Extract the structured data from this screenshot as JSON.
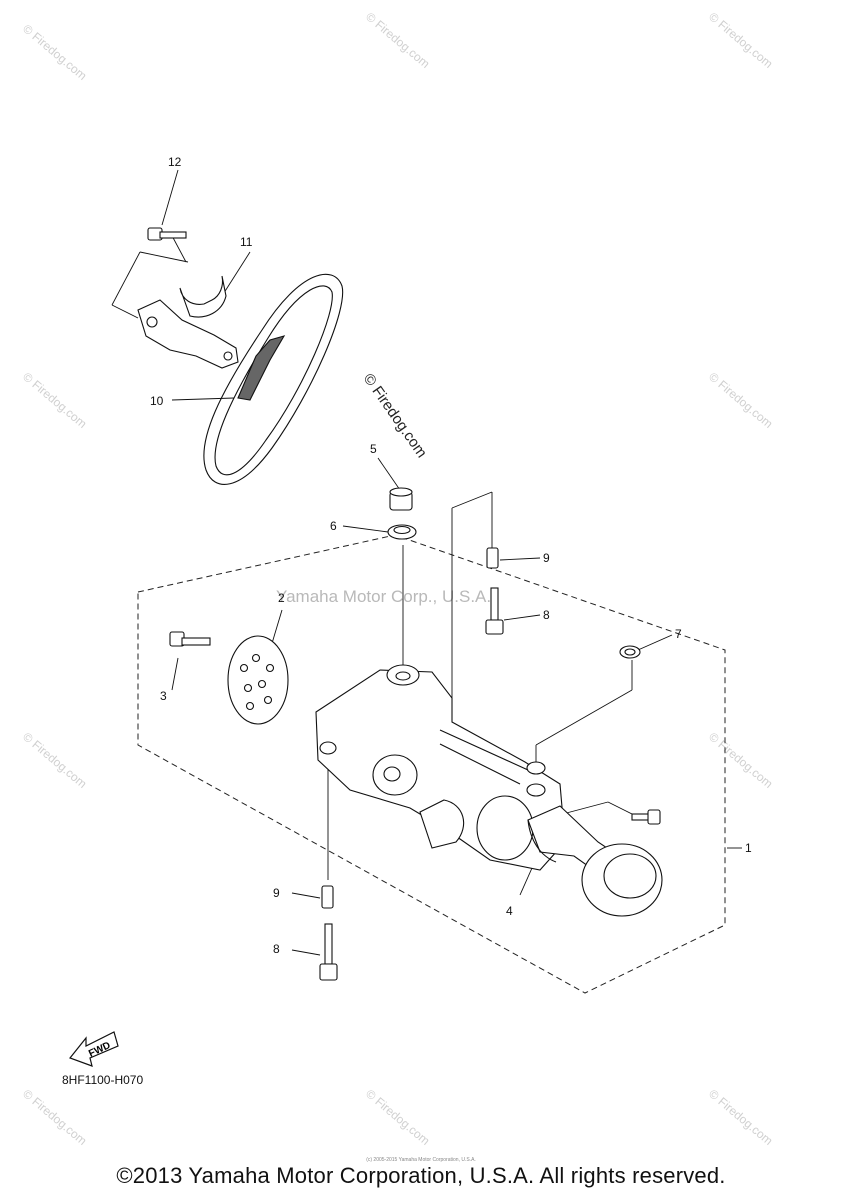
{
  "watermarks": {
    "corner": "© Firedog.com",
    "center": "Yamaha Motor Corp., U.S.A.",
    "diagonal": "© Firedog.com"
  },
  "callouts": {
    "c1": "1",
    "c2": "2",
    "c3": "3",
    "c4": "4",
    "c5": "5",
    "c6": "6",
    "c7": "7",
    "c8a": "8",
    "c8b": "8",
    "c9a": "9",
    "c9b": "9",
    "c10": "10",
    "c11": "11",
    "c12": "12"
  },
  "fwd_label": "FWD",
  "reference_code": "8HF1100-H070",
  "fine_print": "(c) 2005-2015 Yamaha Motor Corporation, U.S.A.",
  "copyright": "©2013 Yamaha Motor Corporation, U.S.A. All rights reserved.",
  "colors": {
    "line": "#111111",
    "watermark": "#d0d0d0"
  }
}
